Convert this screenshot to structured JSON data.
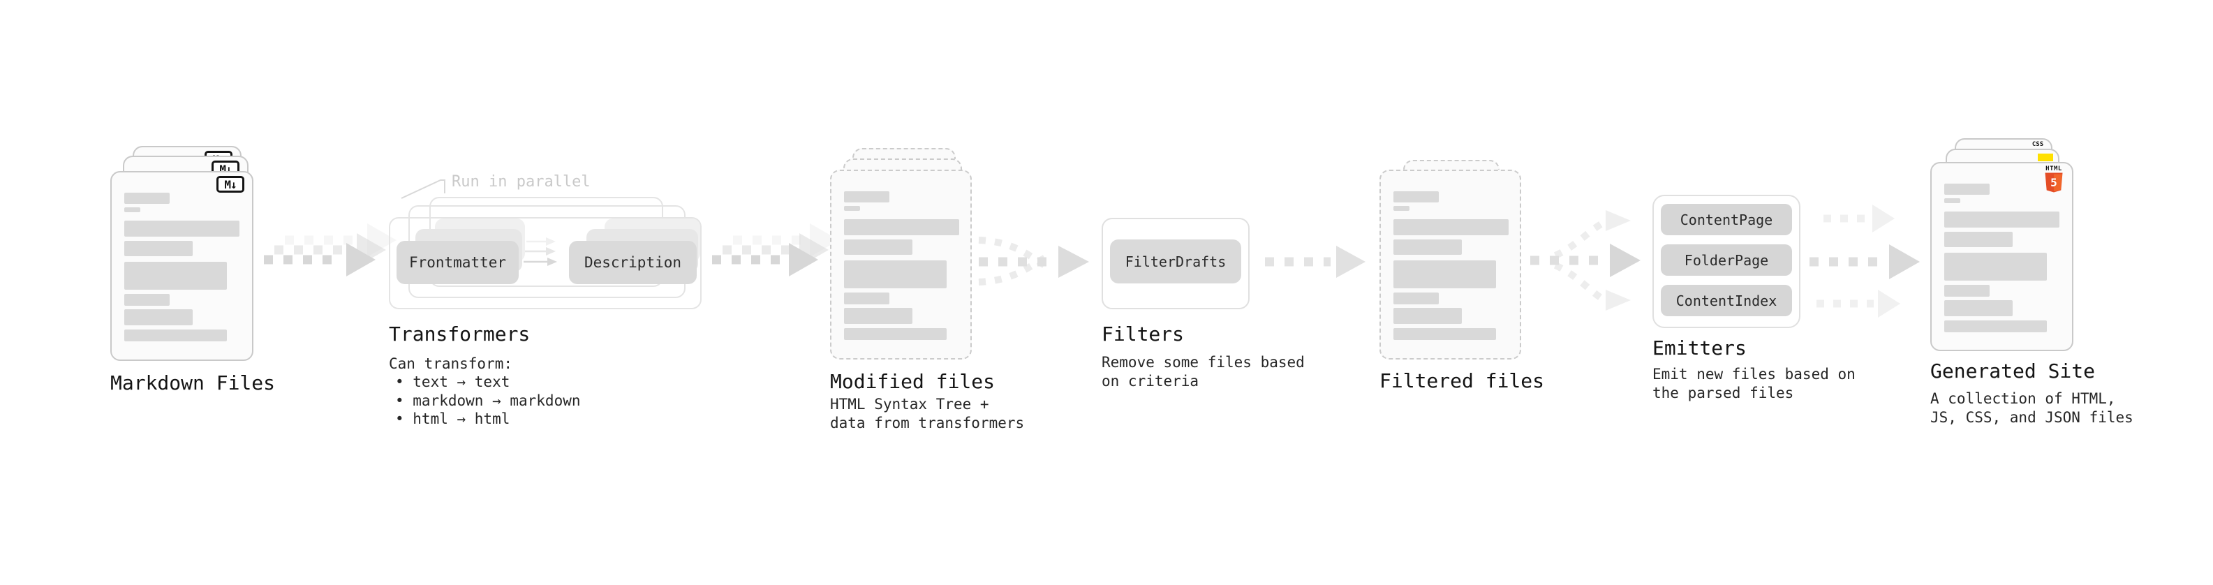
{
  "stages": {
    "markdown_files": {
      "title": "Markdown Files",
      "badge": "M↓"
    },
    "transformers": {
      "title": "Transformers",
      "parallel_note": "Run in parallel",
      "left_pill": "Frontmatter",
      "right_pill": "Description",
      "caption": "Can transform:",
      "bullets": [
        "• text → text",
        "• markdown → markdown",
        "• html → html"
      ]
    },
    "modified_files": {
      "title": "Modified files",
      "caption": "HTML Syntax Tree +\ndata from transformers"
    },
    "filters": {
      "title": "Filters",
      "pill": "FilterDrafts",
      "caption": "Remove some files based\non criteria"
    },
    "filtered_files": {
      "title": "Filtered files"
    },
    "emitters": {
      "title": "Emitters",
      "pills": [
        "ContentPage",
        "FolderPage",
        "ContentIndex"
      ],
      "caption": "Emit new files based on\nthe parsed files"
    },
    "generated_site": {
      "title": "Generated Site",
      "caption": "A collection of HTML,\nJS, CSS, and JSON files",
      "css_badge": "CSS",
      "html_badge_label": "HTML",
      "html_badge_number": "5"
    }
  },
  "colors": {
    "html5_orange": "#e44d26",
    "html5_orange_light": "#f16529",
    "js_yellow": "#ffe000",
    "css_blue": "#2965f1",
    "placeholder_gray": "#d9d9d9",
    "arrow_gray": "#d7d7d7",
    "note_gray": "#c9c9c9"
  }
}
